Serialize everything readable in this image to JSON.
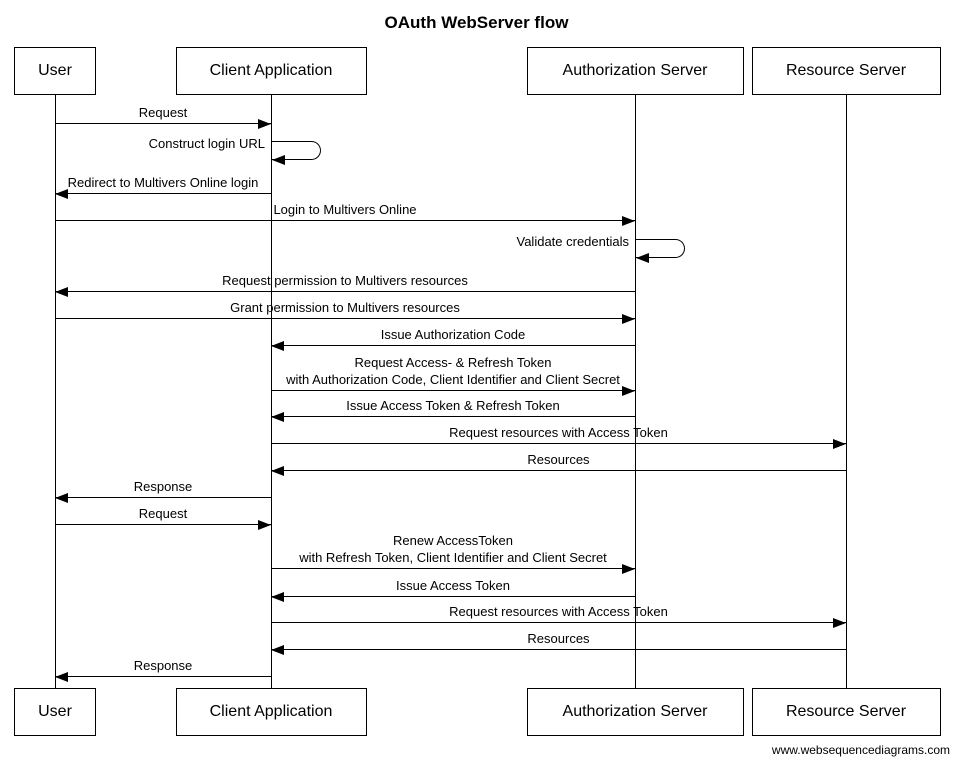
{
  "title": "OAuth WebServer flow",
  "footer": "www.websequencediagrams.com",
  "colors": {
    "background": "#ffffff",
    "line": "#000000",
    "text": "#000000"
  },
  "actors": [
    {
      "id": "user",
      "label": "User"
    },
    {
      "id": "client",
      "label": "Client Application"
    },
    {
      "id": "auth",
      "label": "Authorization Server"
    },
    {
      "id": "resource",
      "label": "Resource Server"
    }
  ],
  "messages": [
    {
      "from": "user",
      "to": "client",
      "label": "Request"
    },
    {
      "from": "client",
      "to": "client",
      "self": true,
      "label": "Construct login URL"
    },
    {
      "from": "client",
      "to": "user",
      "label": "Redirect to Multivers Online login"
    },
    {
      "from": "user",
      "to": "auth",
      "label": "Login to Multivers Online"
    },
    {
      "from": "auth",
      "to": "auth",
      "self": true,
      "label": "Validate credentials"
    },
    {
      "from": "auth",
      "to": "user",
      "label": "Request permission to Multivers resources"
    },
    {
      "from": "user",
      "to": "auth",
      "label": "Grant permission to Multivers resources"
    },
    {
      "from": "auth",
      "to": "client",
      "label": "Issue Authorization Code"
    },
    {
      "from": "client",
      "to": "auth",
      "label": "Request Access- & Refresh Token",
      "label2": "with Authorization Code, Client Identifier and Client Secret"
    },
    {
      "from": "auth",
      "to": "client",
      "label": "Issue Access Token & Refresh Token"
    },
    {
      "from": "client",
      "to": "resource",
      "label": "Request resources with Access Token"
    },
    {
      "from": "resource",
      "to": "client",
      "label": "Resources"
    },
    {
      "from": "client",
      "to": "user",
      "label": "Response"
    },
    {
      "from": "user",
      "to": "client",
      "label": "Request"
    },
    {
      "from": "client",
      "to": "auth",
      "label": "Renew AccessToken",
      "label2": "with Refresh Token, Client Identifier and Client Secret"
    },
    {
      "from": "auth",
      "to": "client",
      "label": "Issue Access Token"
    },
    {
      "from": "client",
      "to": "resource",
      "label": "Request resources with Access Token"
    },
    {
      "from": "resource",
      "to": "client",
      "label": "Resources"
    },
    {
      "from": "client",
      "to": "user",
      "label": "Response"
    }
  ]
}
